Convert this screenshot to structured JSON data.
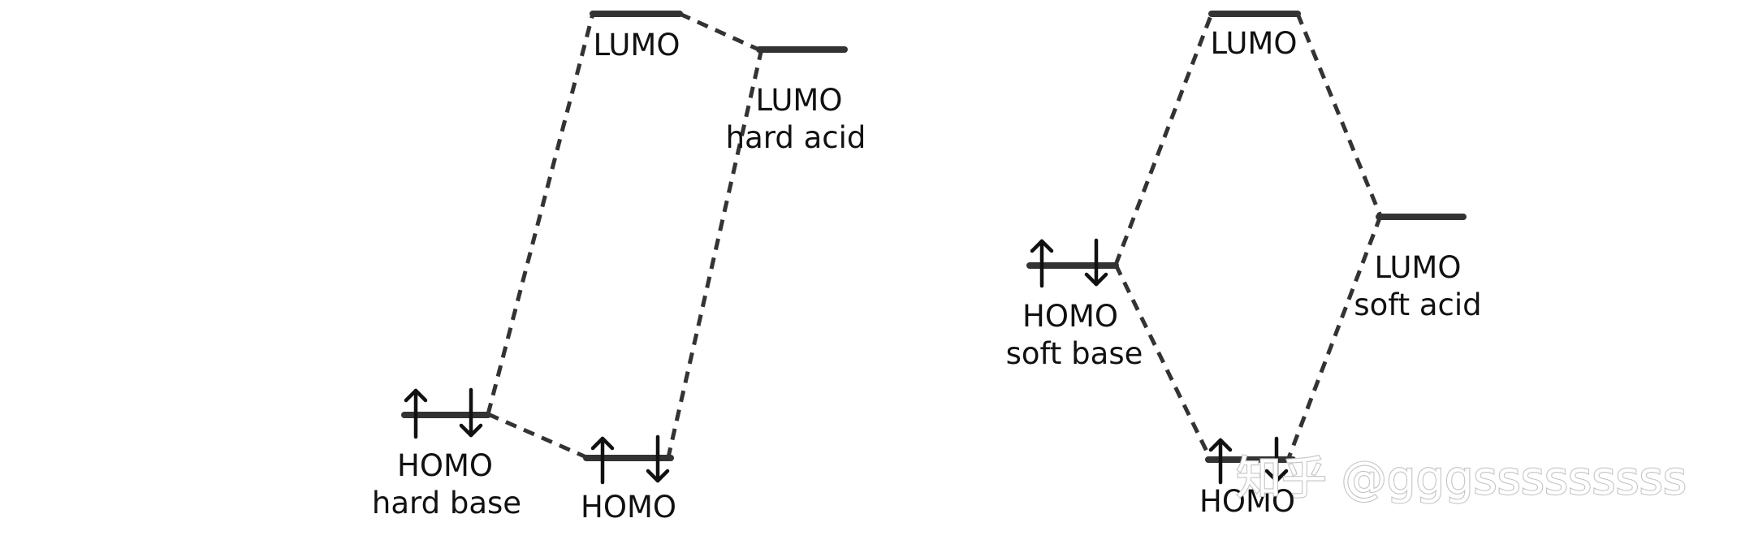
{
  "left_diagram": {
    "base_homo": {
      "line1": "HOMO",
      "line2": "hard base"
    },
    "complex_lumo": {
      "line1": "LUMO"
    },
    "complex_homo": {
      "line1": "HOMO"
    },
    "acid_lumo": {
      "line1": "LUMO",
      "line2": "hard acid"
    }
  },
  "right_diagram": {
    "base_homo": {
      "line1": "HOMO",
      "line2": "soft base"
    },
    "complex_lumo": {
      "line1": "LUMO"
    },
    "complex_homo": {
      "line1": "HOMO"
    },
    "acid_lumo": {
      "line1": "LUMO",
      "line2": "soft acid"
    }
  },
  "watermark": {
    "text": "知乎 @gggsssssssss"
  },
  "colors": {
    "level": "#333333",
    "connector": "#333333",
    "electron": "#111111",
    "text": "#111111",
    "watermark_outline": "#c4c4c4"
  }
}
